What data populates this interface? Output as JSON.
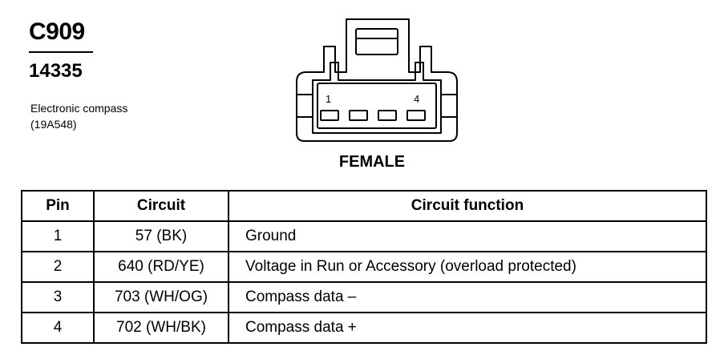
{
  "header": {
    "connector_id": "C909",
    "part_number": "14335",
    "component_name": "Electronic compass",
    "component_code": "(19A548)"
  },
  "connector": {
    "pin_start_label": "1",
    "pin_end_label": "4",
    "gender": "FEMALE"
  },
  "table": {
    "headers": {
      "pin": "Pin",
      "circuit": "Circuit",
      "function": "Circuit function"
    },
    "rows": [
      {
        "pin": "1",
        "circuit": "57 (BK)",
        "function": "Ground"
      },
      {
        "pin": "2",
        "circuit": "640 (RD/YE)",
        "function": "Voltage in Run or Accessory (overload protected)"
      },
      {
        "pin": "3",
        "circuit": "703 (WH/OG)",
        "function": "Compass data –"
      },
      {
        "pin": "4",
        "circuit": "702 (WH/BK)",
        "function": "Compass data +"
      }
    ]
  }
}
